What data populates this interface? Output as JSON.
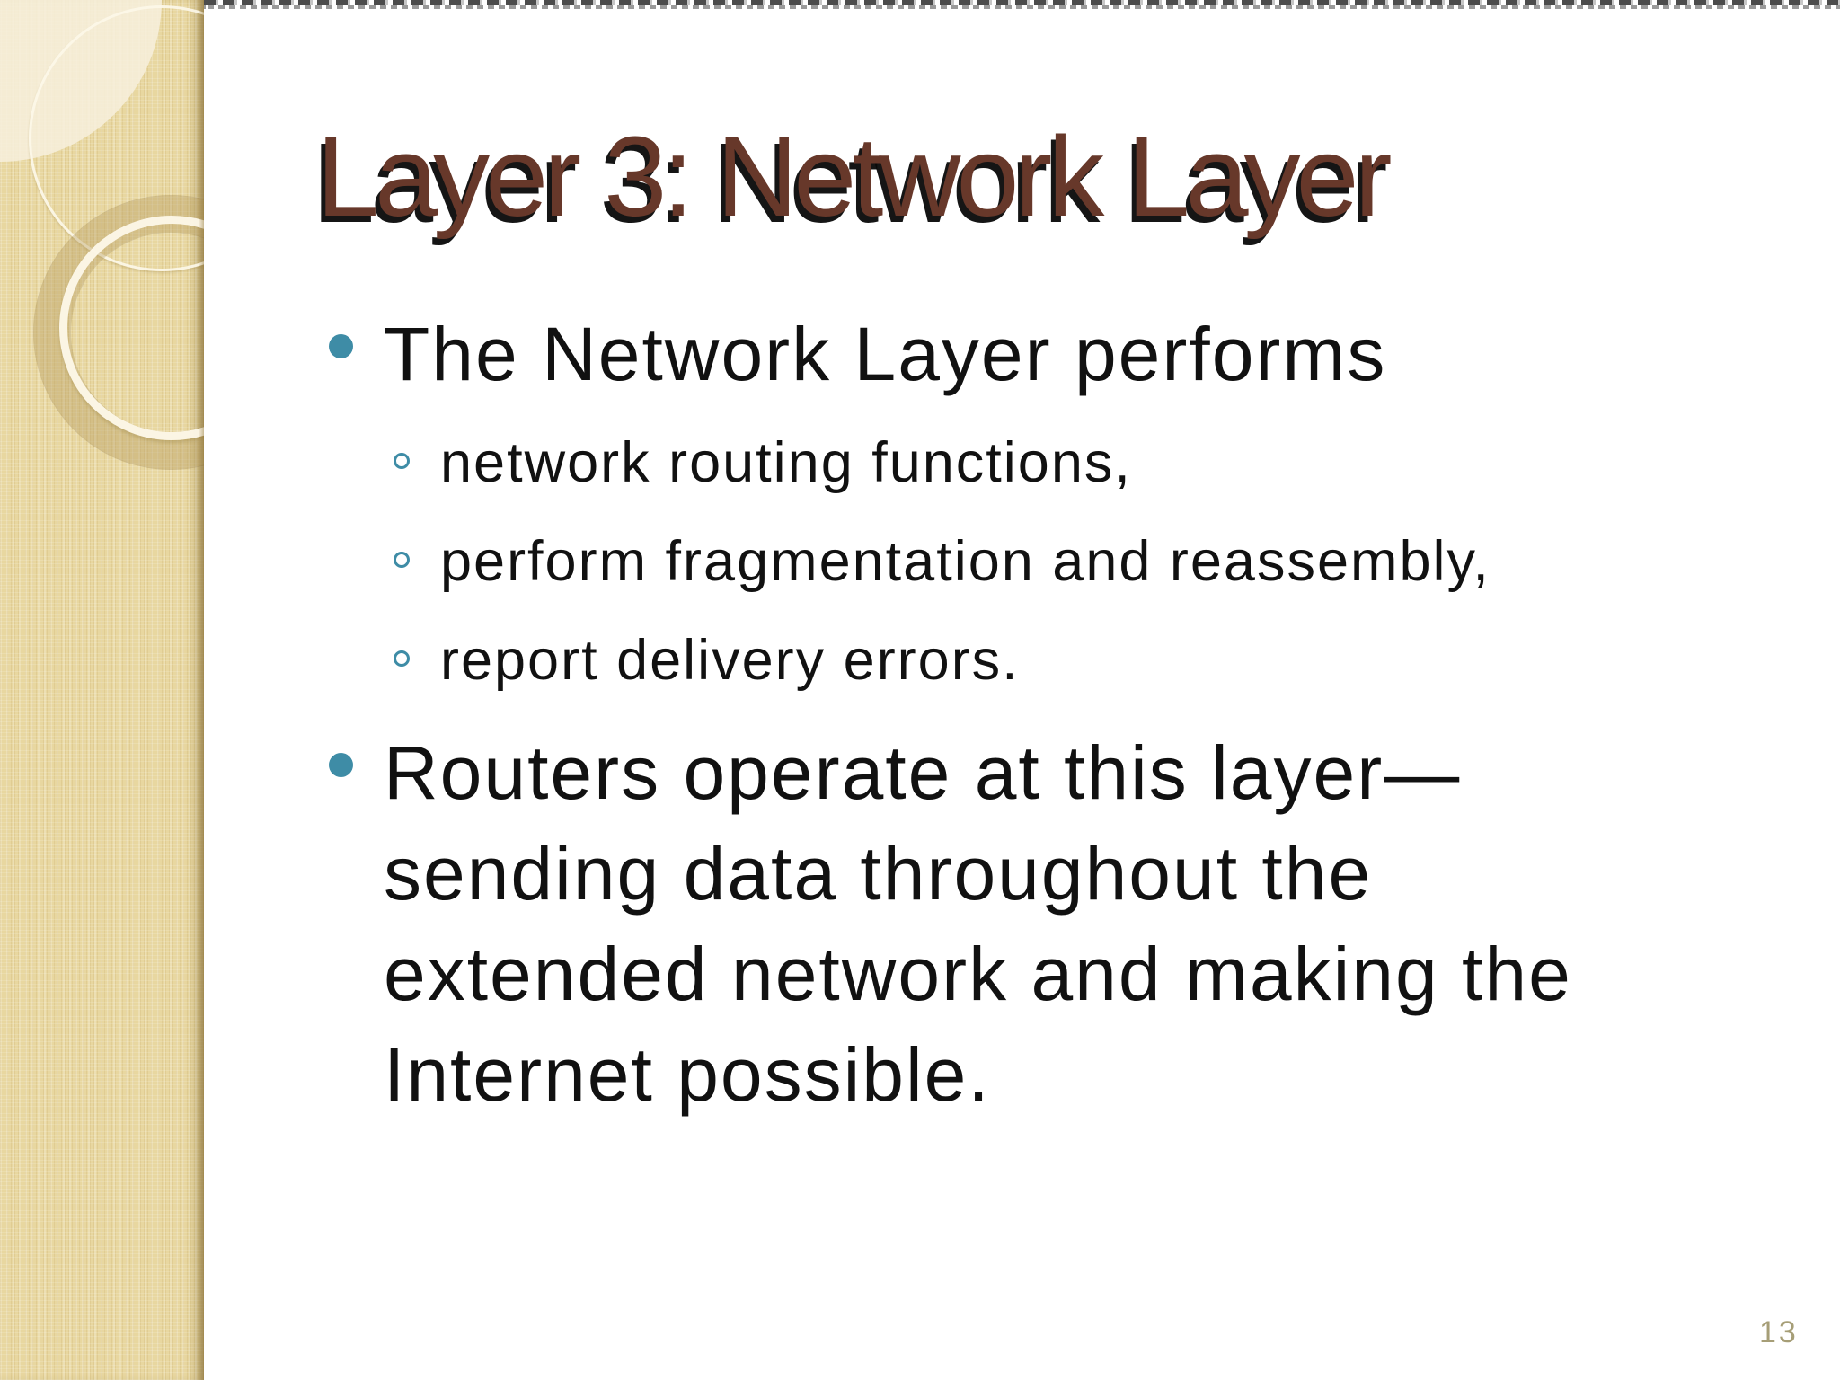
{
  "slide": {
    "title": "Layer 3: Network Layer",
    "bullets": [
      {
        "level": 1,
        "text": "The Network Layer performs"
      },
      {
        "level": 2,
        "text": "network routing functions,"
      },
      {
        "level": 2,
        "text": "perform fragmentation and reassembly,"
      },
      {
        "level": 2,
        "text": "report delivery errors."
      },
      {
        "level": 1,
        "text": "Routers operate at this layer—sending data throughout the extended network and making the Internet possible."
      }
    ],
    "page_number": "13",
    "colors": {
      "title_brown": "#67382a",
      "title_shadow": "#080808",
      "accent_teal": "#3e8ca6",
      "body_text": "#111111",
      "sidebar_tan": "#e8d7a0",
      "page_number_tan": "#a69e77"
    }
  }
}
